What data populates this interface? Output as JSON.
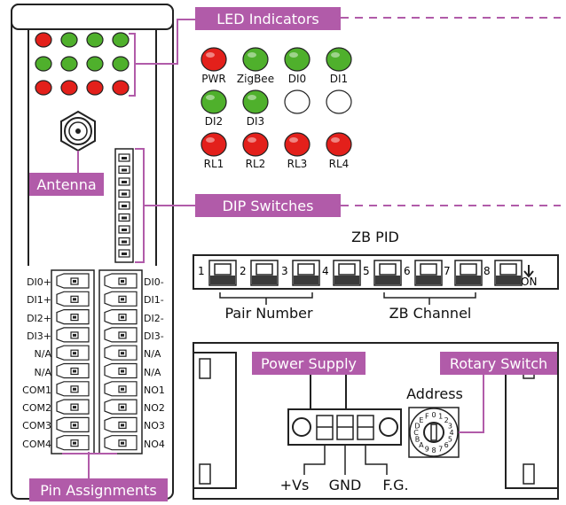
{
  "callouts": {
    "led_indicators": "LED Indicators",
    "antenna": "Antenna",
    "dip_switches": "DIP Switches",
    "pin_assignments": "Pin Assignments",
    "power_supply": "Power Supply",
    "rotary_switch": "Rotary Switch"
  },
  "colors": {
    "callout": "#b15ba9",
    "led_red": "#e3201b",
    "led_green": "#4fb02c",
    "led_off": "#ffffff"
  },
  "device_leds": [
    [
      "red",
      "green",
      "green",
      "green"
    ],
    [
      "green",
      "green",
      "green",
      "green"
    ],
    [
      "red",
      "red",
      "red",
      "red"
    ]
  ],
  "leds": [
    {
      "label": "PWR",
      "color": "red"
    },
    {
      "label": "ZigBee",
      "color": "green"
    },
    {
      "label": "DI0",
      "color": "green"
    },
    {
      "label": "DI1",
      "color": "green"
    },
    {
      "label": "DI2",
      "color": "green"
    },
    {
      "label": "DI3",
      "color": "green"
    },
    {
      "label": "",
      "color": "off"
    },
    {
      "label": "",
      "color": "off"
    },
    {
      "label": "RL1",
      "color": "red"
    },
    {
      "label": "RL2",
      "color": "red"
    },
    {
      "label": "RL3",
      "color": "red"
    },
    {
      "label": "RL4",
      "color": "red"
    }
  ],
  "pins": {
    "left": [
      "DI0+",
      "DI1+",
      "DI2+",
      "DI3+",
      "N/A",
      "N/A",
      "COM1",
      "COM2",
      "COM3",
      "COM4"
    ],
    "right": [
      "DI0-",
      "DI1-",
      "DI2-",
      "DI3-",
      "N/A",
      "N/A",
      "NO1",
      "NO2",
      "NO3",
      "NO4"
    ]
  },
  "dip": {
    "title": "ZB PID",
    "numbers": [
      "1",
      "2",
      "3",
      "4",
      "5",
      "6",
      "7",
      "8"
    ],
    "on_label": "ON",
    "group_pair": "Pair Number",
    "group_channel": "ZB Channel"
  },
  "power": {
    "vs": "+Vs",
    "gnd": "GND",
    "fg": "F.G."
  },
  "rotary": {
    "address": "Address",
    "digits": "0123456789ABCDEF"
  }
}
